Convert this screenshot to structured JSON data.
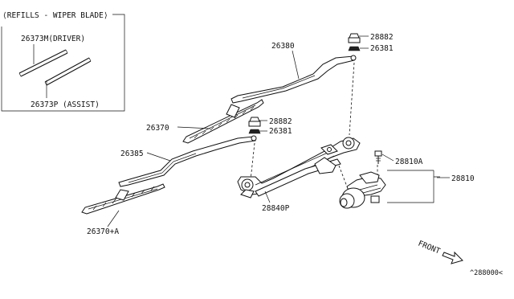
{
  "inset": {
    "title": "⟨REFILLS - WIPER BLADE⟩",
    "driver_label": "26373M(DRIVER)",
    "assist_label": "26373P  (ASSIST)"
  },
  "labels": {
    "p26380": "26380",
    "p28882_top": "28882",
    "p26381_top": "26381",
    "p26370": "26370",
    "p28882_mid": "28882",
    "p26381_mid": "26381",
    "p26385": "26385",
    "p28810A": "28810A",
    "p28810": "28810",
    "p28840P": "28840P",
    "p26370A": "26370+A"
  },
  "direction": {
    "front": "FRONT"
  },
  "diagram_code": "^288000<"
}
